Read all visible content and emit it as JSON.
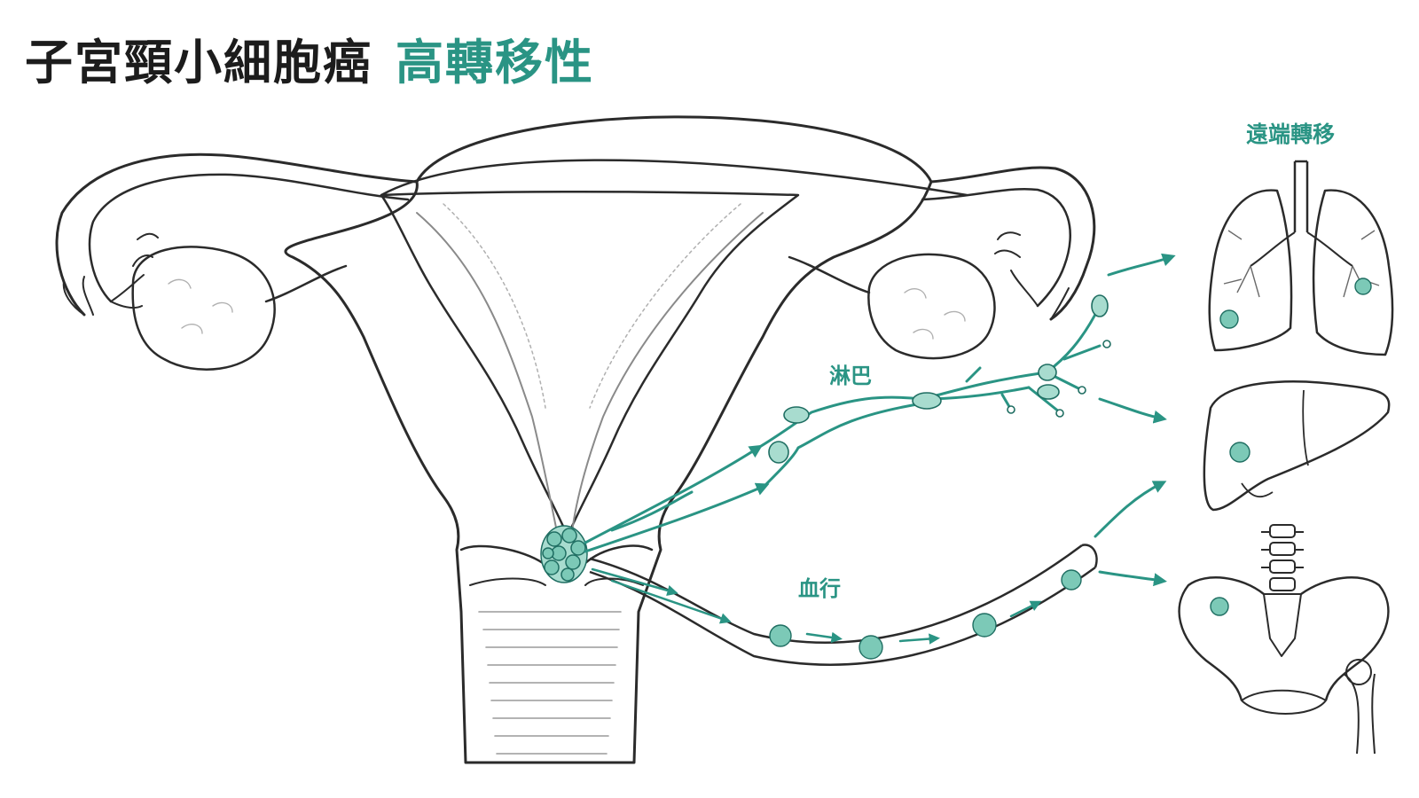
{
  "title": {
    "main": "子宮頸小細胞癌",
    "accent": "高轉移性"
  },
  "labels": {
    "lymph": "淋巴",
    "blood": "血行",
    "distant": "遠端轉移"
  },
  "colors": {
    "accent": "#2a9484",
    "line": "#2b2b2b",
    "tissue": "#9a9a9a",
    "tumor": "#7cc9b7"
  },
  "icons": {
    "uterus": "uterus-illustration",
    "tumor": "tumor-cluster-icon",
    "lungs": "lungs-icon",
    "liver": "liver-icon",
    "pelvis": "pelvis-bone-icon"
  }
}
